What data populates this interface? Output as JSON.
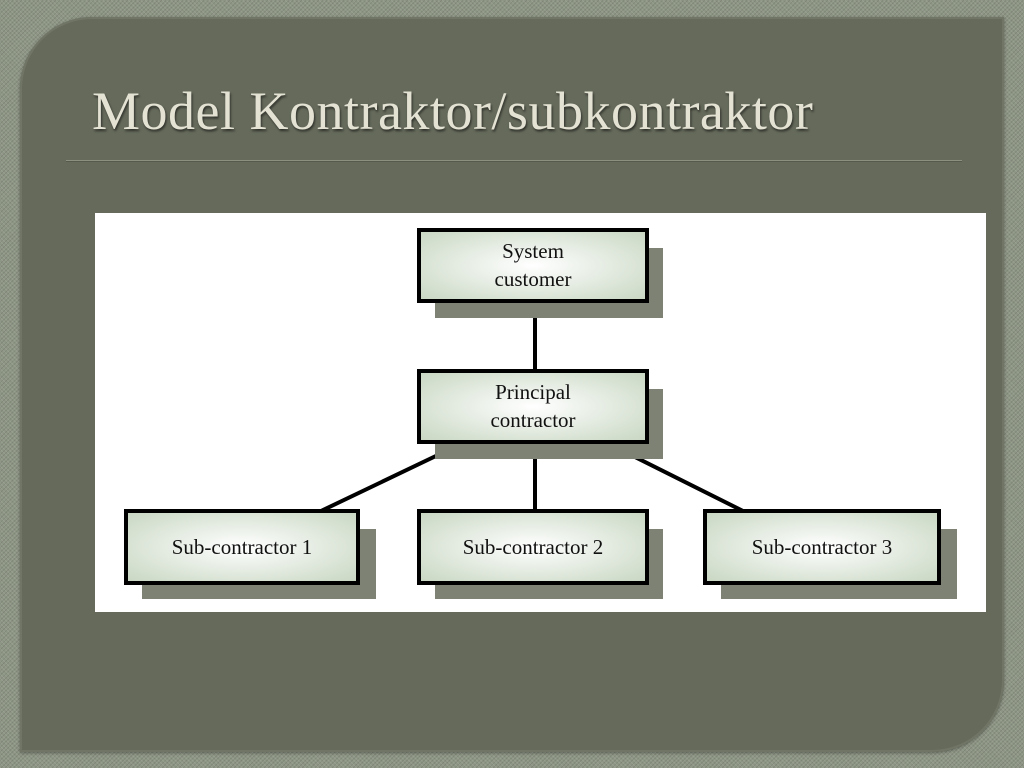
{
  "slide": {
    "title": "Model Kontraktor/subkontraktor"
  },
  "diagram": {
    "nodes": {
      "system_customer": {
        "line1": "System",
        "line2": "customer"
      },
      "principal_contractor": {
        "line1": "Principal",
        "line2": "contractor"
      },
      "sub_contractor_1": {
        "label": "Sub-contractor 1"
      },
      "sub_contractor_2": {
        "label": "Sub-contractor 2"
      },
      "sub_contractor_3": {
        "label": "Sub-contractor 3"
      }
    },
    "edges": [
      [
        "system_customer",
        "principal_contractor"
      ],
      [
        "principal_contractor",
        "sub_contractor_1"
      ],
      [
        "principal_contractor",
        "sub_contractor_2"
      ],
      [
        "principal_contractor",
        "sub_contractor_3"
      ]
    ],
    "colors": {
      "box_fill_center": "#ffffff",
      "box_fill_edge": "#c7d6c1",
      "box_border": "#000000",
      "box_shadow": "#7d8275",
      "connector": "#000000"
    }
  }
}
